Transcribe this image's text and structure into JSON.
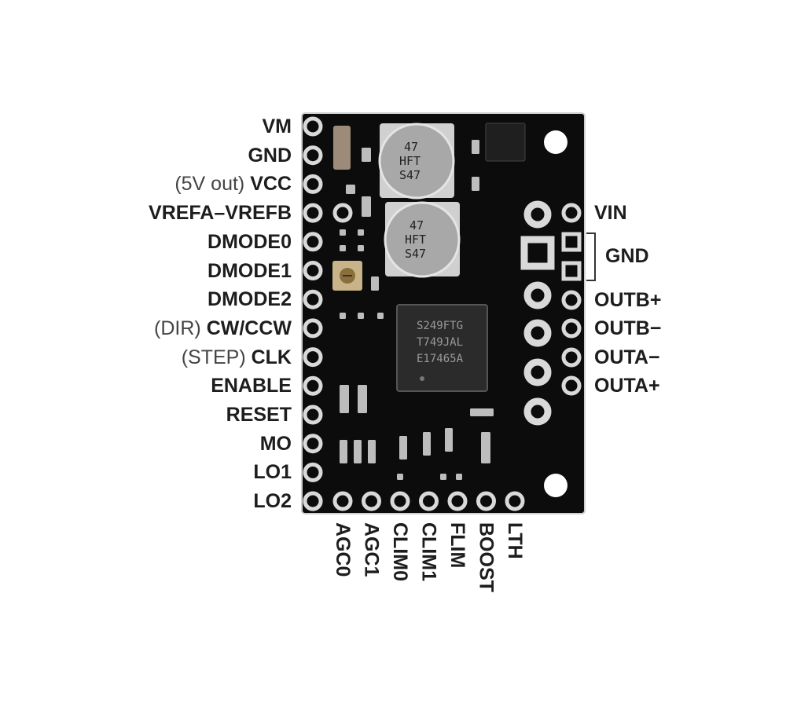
{
  "left_pins": [
    {
      "prefix": "",
      "label": "VM"
    },
    {
      "prefix": "",
      "label": "GND"
    },
    {
      "prefix": "(5V out) ",
      "label": "VCC"
    },
    {
      "prefix": "",
      "label": "VREFA–VREFB"
    },
    {
      "prefix": "",
      "label": "DMODE0"
    },
    {
      "prefix": "",
      "label": "DMODE1"
    },
    {
      "prefix": "",
      "label": "DMODE2"
    },
    {
      "prefix": "(DIR) ",
      "label": "CW/CCW"
    },
    {
      "prefix": "(STEP) ",
      "label": "CLK"
    },
    {
      "prefix": "",
      "label": "ENABLE"
    },
    {
      "prefix": "",
      "label": "RESET"
    },
    {
      "prefix": "",
      "label": "MO"
    },
    {
      "prefix": "",
      "label": "LO1"
    },
    {
      "prefix": "",
      "label": "LO2"
    }
  ],
  "right_pins": [
    "VIN",
    "GND",
    "OUTB+",
    "OUTB−",
    "OUTA−",
    "OUTA+"
  ],
  "bottom_pins": [
    "AGC0",
    "AGC1",
    "CLIM0",
    "CLIM1",
    "FLIM",
    "BOOST",
    "LTH"
  ],
  "chip_text": [
    "S249FTG",
    "T749JAL",
    "E17465A"
  ],
  "cap_text": [
    "47",
    "HFT",
    "S47"
  ],
  "colors": {
    "board": "#0c0c0c",
    "pad": "#d9d9d9",
    "label": "#1d1d1d"
  }
}
